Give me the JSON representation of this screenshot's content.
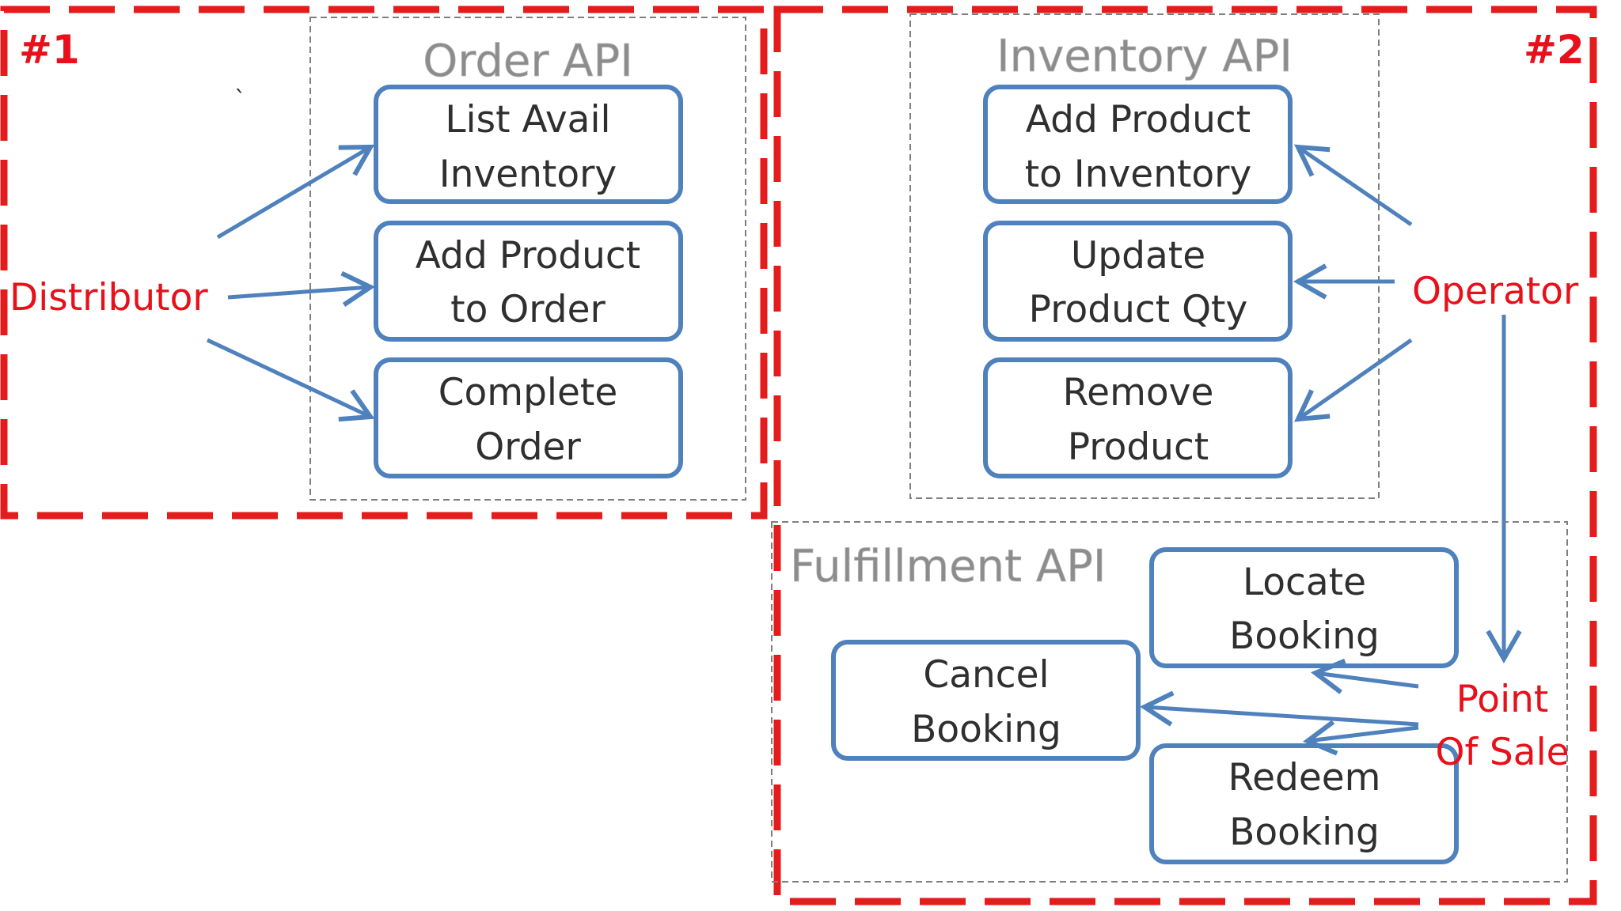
{
  "zones": {
    "zone1_label": "#1",
    "zone2_label": "#2"
  },
  "apis": {
    "order": {
      "title": "Order API",
      "items": [
        {
          "line1": "List Avail",
          "line2": "Inventory"
        },
        {
          "line1": "Add Product",
          "line2": "to Order"
        },
        {
          "line1": "Complete",
          "line2": "Order"
        }
      ]
    },
    "inventory": {
      "title": "Inventory API",
      "items": [
        {
          "line1": "Add Product",
          "line2": "to Inventory"
        },
        {
          "line1": "Update",
          "line2": "Product Qty"
        },
        {
          "line1": "Remove",
          "line2": "Product"
        }
      ]
    },
    "fulfillment": {
      "title": "Fulfillment API",
      "items": {
        "locate": {
          "line1": "Locate",
          "line2": "Booking"
        },
        "cancel": {
          "line1": "Cancel",
          "line2": "Booking"
        },
        "redeem": {
          "line1": "Redeem",
          "line2": "Booking"
        }
      }
    }
  },
  "actors": {
    "distributor": "Distributor",
    "operator": "Operator",
    "point_of_sale": {
      "line1": "Point",
      "line2": "Of Sale"
    }
  },
  "colors": {
    "zone_border": "#e41c1c",
    "actor_text": "#e8101a",
    "node_border": "#4f81bd",
    "arrow": "#4f81bd",
    "api_title": "#8c8c8c"
  }
}
